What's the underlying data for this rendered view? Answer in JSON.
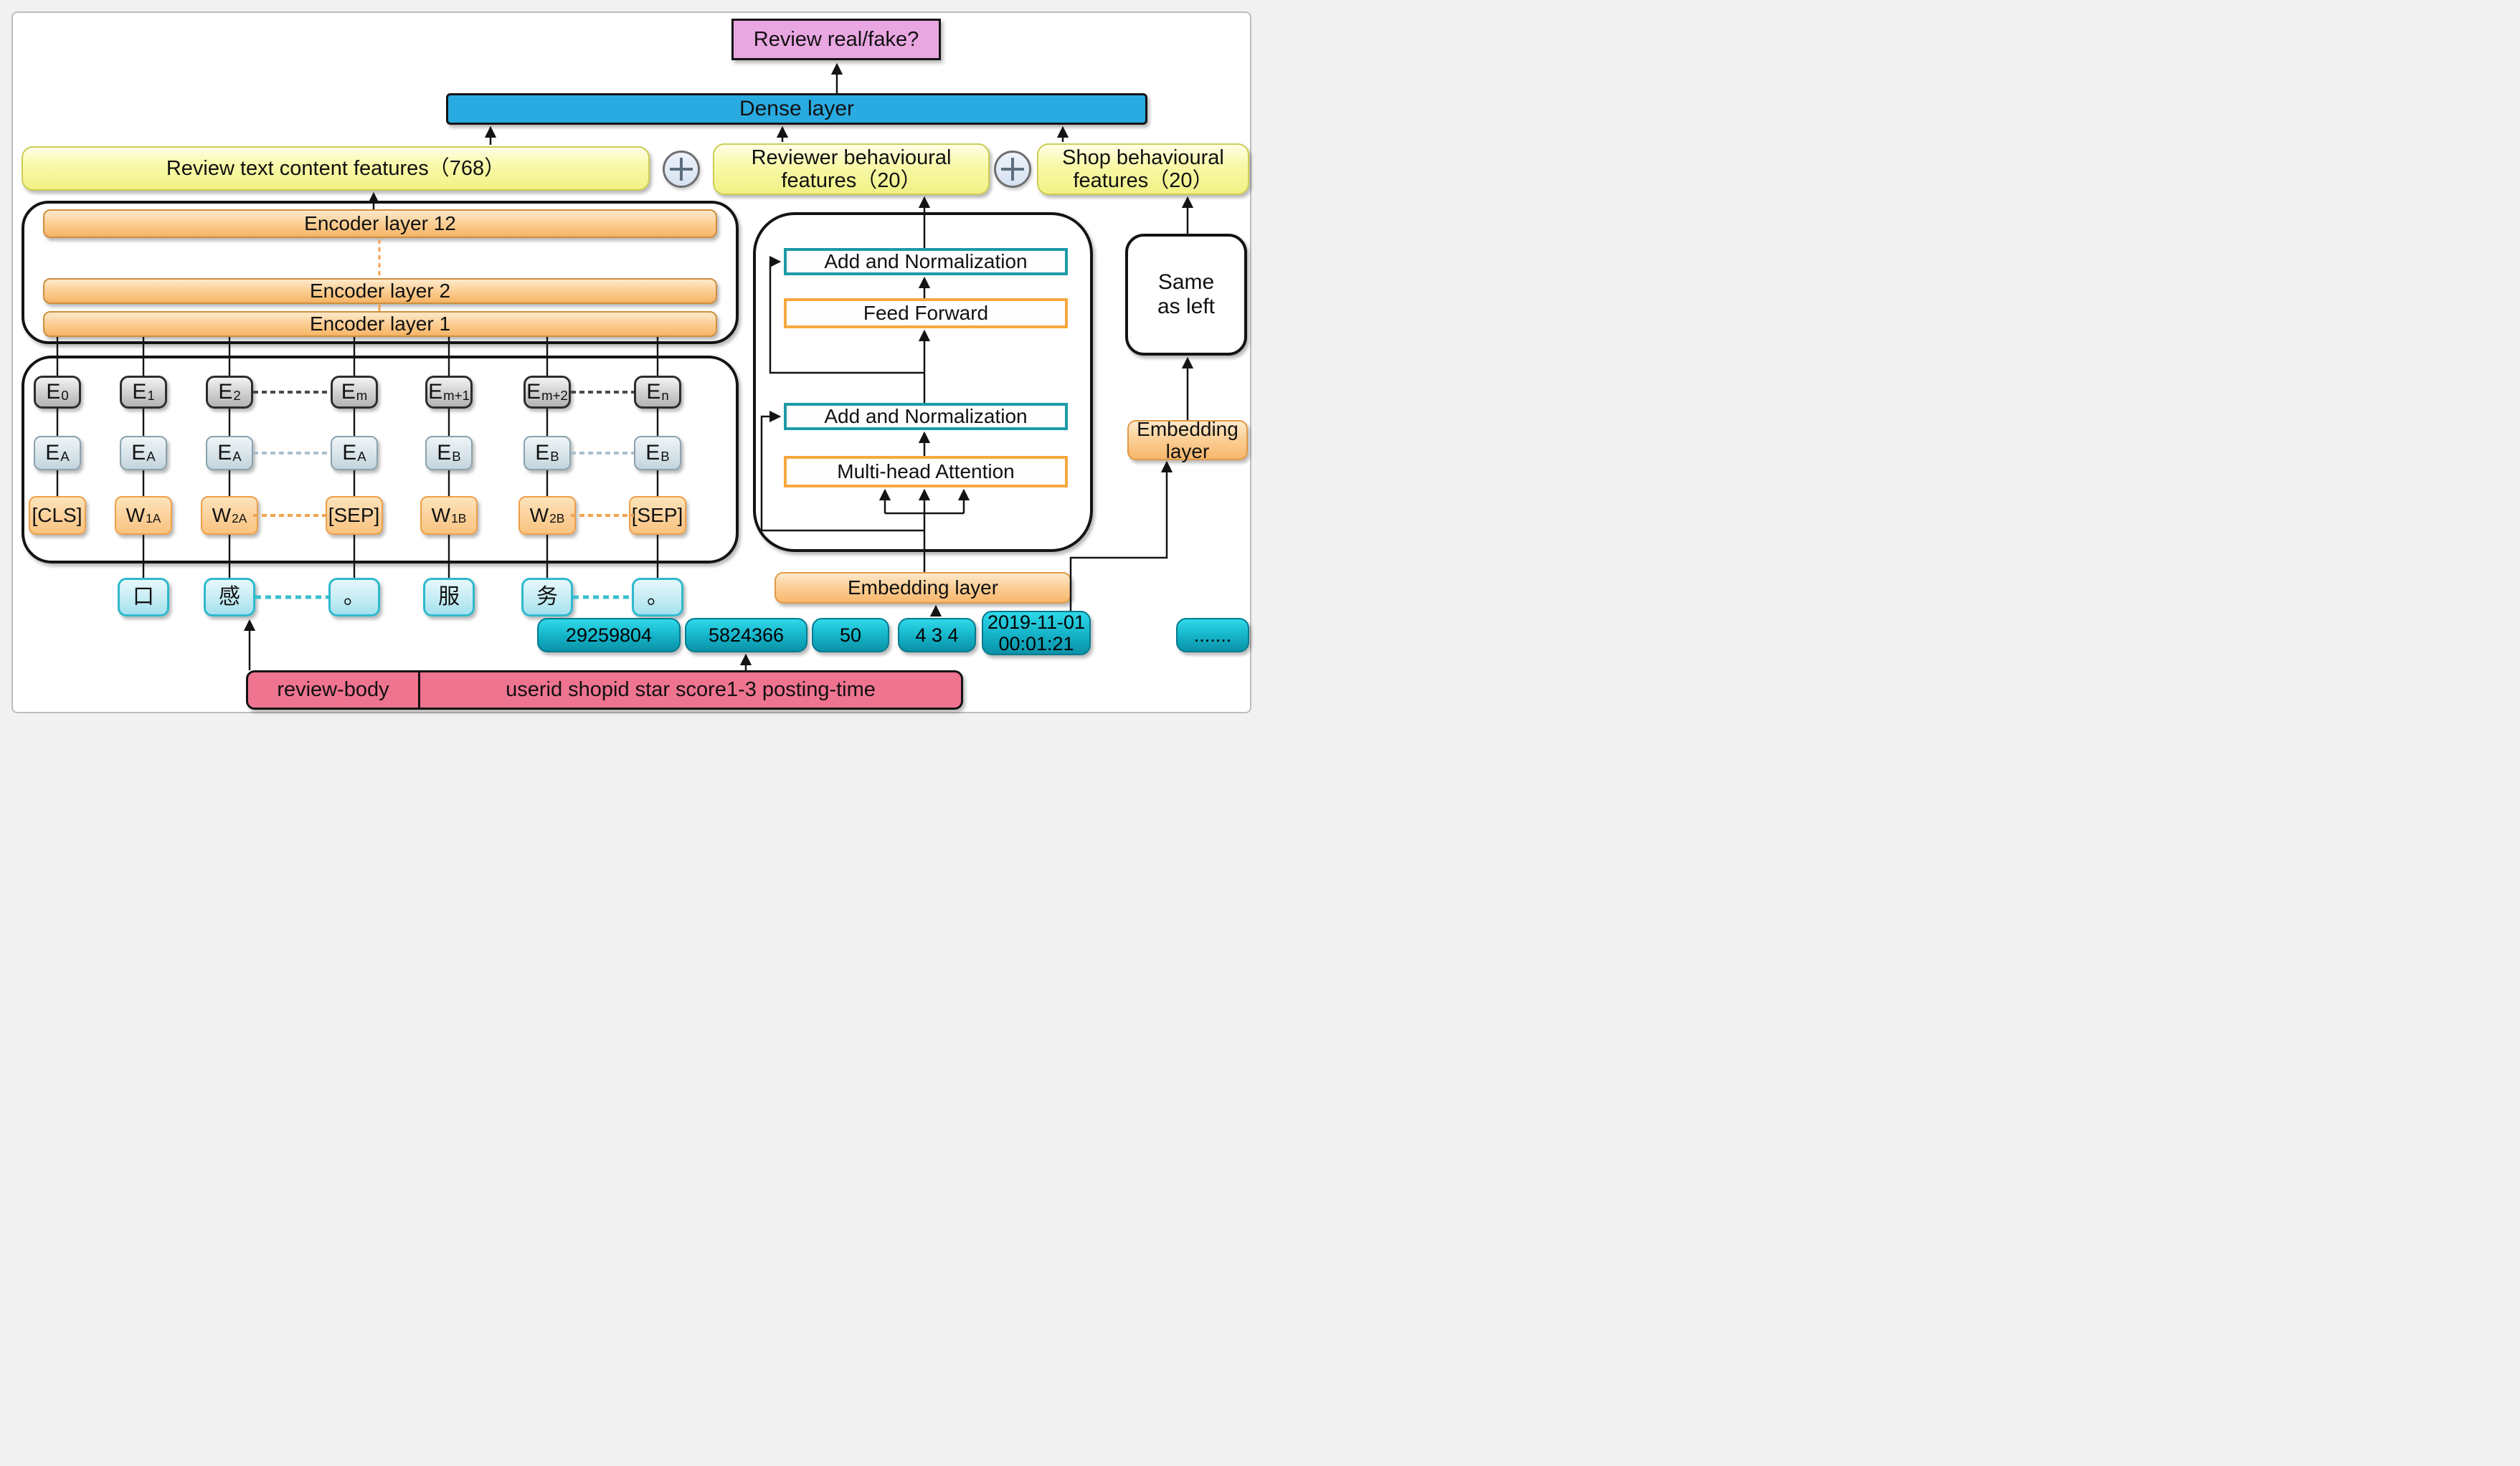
{
  "output_box": {
    "label": "Review real/fake?"
  },
  "dense_layer": {
    "label": "Dense layer"
  },
  "feature_row": {
    "review_text": {
      "label": "Review text content features（768）"
    },
    "reviewer_behavioural": {
      "line1": "Reviewer behavioural",
      "line2": "features（20）"
    },
    "shop_behavioural": {
      "line1": "Shop behavioural",
      "line2": "features（20）"
    }
  },
  "bert": {
    "encoder_layers": [
      {
        "label": "Encoder layer 12"
      },
      {
        "label": "Encoder layer 2"
      },
      {
        "label": "Encoder layer 1"
      }
    ],
    "position_embeddings": [
      {
        "main": "E",
        "sub": "0"
      },
      {
        "main": "E",
        "sub": "1"
      },
      {
        "main": "E",
        "sub": "2"
      },
      {
        "main": "E",
        "sub": "m"
      },
      {
        "main": "E",
        "sub": "m+1"
      },
      {
        "main": "E",
        "sub": "m+2"
      },
      {
        "main": "E",
        "sub": "n"
      }
    ],
    "segment_embeddings": [
      {
        "main": "E",
        "sub": "A"
      },
      {
        "main": "E",
        "sub": "A"
      },
      {
        "main": "E",
        "sub": "A"
      },
      {
        "main": "E",
        "sub": "A"
      },
      {
        "main": "E",
        "sub": "B"
      },
      {
        "main": "E",
        "sub": "B"
      },
      {
        "main": "E",
        "sub": "B"
      }
    ],
    "tokens": [
      {
        "main": "[CLS]",
        "sub": ""
      },
      {
        "main": "W",
        "sub": "1A"
      },
      {
        "main": "W",
        "sub": "2A"
      },
      {
        "main": "[SEP]",
        "sub": ""
      },
      {
        "main": "W",
        "sub": "1B"
      },
      {
        "main": "W",
        "sub": "2B"
      },
      {
        "main": "[SEP]",
        "sub": ""
      }
    ],
    "characters": [
      {
        "label": "口"
      },
      {
        "label": "感"
      },
      {
        "label": "。"
      },
      {
        "label": "服"
      },
      {
        "label": "务"
      },
      {
        "label": "。"
      }
    ]
  },
  "transformer": {
    "add_norm_top": {
      "label": "Add and Normalization"
    },
    "feed_forward": {
      "label": "Feed Forward"
    },
    "add_norm_bottom": {
      "label": "Add and Normalization"
    },
    "multi_head_attention": {
      "label": "Multi-head Attention"
    },
    "embedding_layer": {
      "label": "Embedding layer"
    }
  },
  "right_branch": {
    "same_as_left": {
      "line1": "Same",
      "line2": "as left"
    },
    "embedding_layer": {
      "line1": "Embedding",
      "line2": "layer"
    }
  },
  "behaviour_inputs": {
    "userid": {
      "label": "29259804"
    },
    "shopid": {
      "label": "5824366"
    },
    "star": {
      "label": "50"
    },
    "scores": {
      "label": "4 3 4"
    },
    "posting_time": {
      "line1": "2019-11-01",
      "line2": "00:01:21"
    },
    "ellipsis": {
      "label": "......."
    }
  },
  "input_fields": {
    "review_body": {
      "label": "review-body"
    },
    "meta": {
      "label": "userid shopid star score1-3 posting-time"
    }
  },
  "colors": {
    "output_pink": "#e9a7e2",
    "dense_blue": "#29abe2",
    "feature_yellow": "#f5f58f",
    "encoder_orange": "#fbce93",
    "gray_embedding": "#cfcfcf",
    "segment_bluegray": "#d8e4ea",
    "char_cyan": "#c4ecf4",
    "teal_input": "#14b2c7",
    "rose_input": "#ef7490",
    "add_norm_border": "#1d9aa8",
    "attention_border": "#f6a83e"
  }
}
